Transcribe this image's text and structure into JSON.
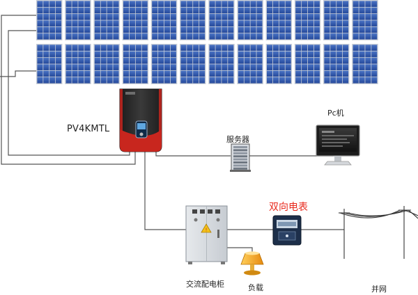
{
  "diagram": {
    "nodes": {
      "solar_array": {
        "name": "solar-panel-array",
        "rows": 2,
        "cols": 12
      },
      "inverter": {
        "label": "PV4KMTL"
      },
      "server": {
        "label": "服务器"
      },
      "pc": {
        "label": "Pc机"
      },
      "bidirectional_meter": {
        "label": "双向电表",
        "color": "#e8291c"
      },
      "ac_cabinet": {
        "label": "交流配电柜"
      },
      "load": {
        "label": "负载"
      },
      "grid": {
        "label": "并网"
      }
    },
    "colors": {
      "panel_cell": "#2f56a6",
      "panel_frame": "#c9ced6",
      "inverter_body": "#2b2b2b",
      "inverter_accent": "#c8261e",
      "wire": "#555555",
      "lamp": "#f4a21b"
    }
  }
}
